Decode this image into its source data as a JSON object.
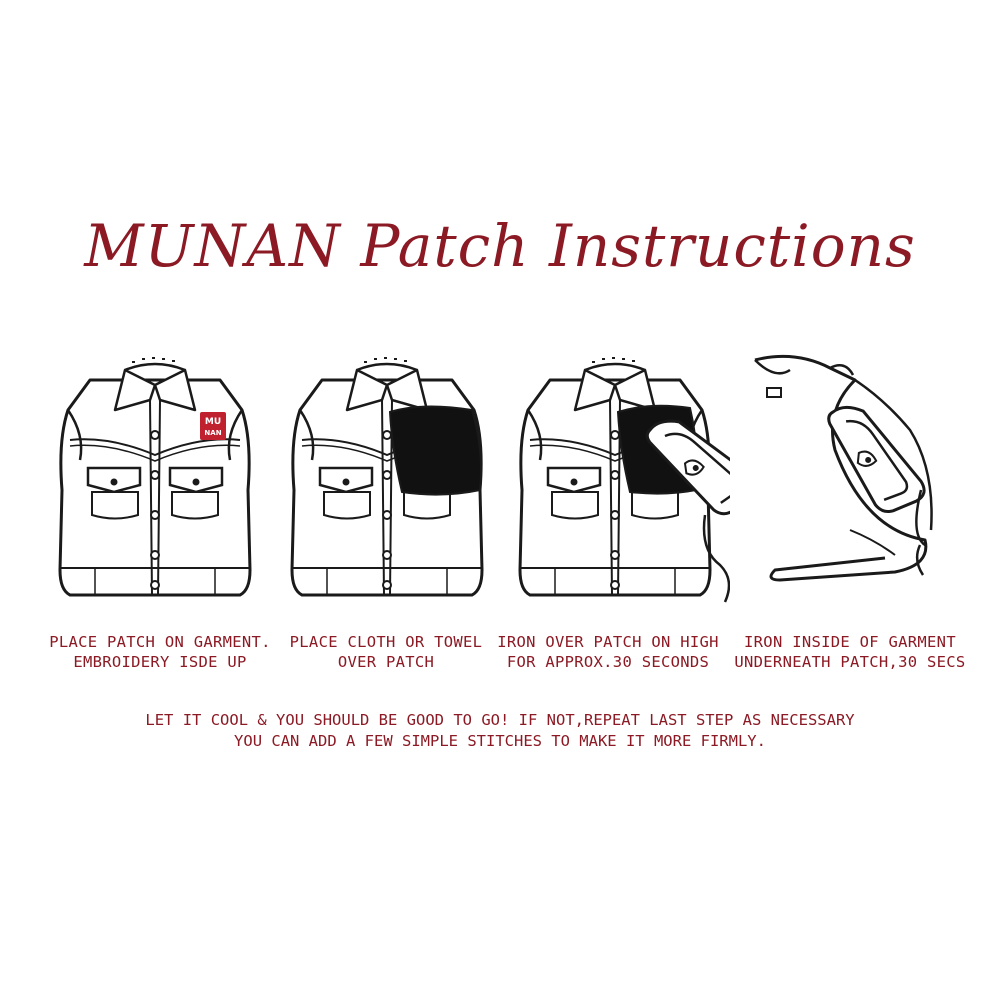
{
  "title": "MUNAN Patch Instructions",
  "patch_logo": {
    "line1": "MU",
    "line2": "NAN",
    "color": "#c0212f"
  },
  "colors": {
    "accent": "#8b1a24",
    "ink": "#1a1a1a",
    "cloth": "#111111"
  },
  "steps": [
    {
      "caption": "PLACE PATCH ON GARMENT.\nEMBROIDERY ISDE UP",
      "icon": "vest-with-patch-icon"
    },
    {
      "caption": "PLACE CLOTH OR TOWEL\nOVER PATCH",
      "icon": "vest-with-cloth-icon"
    },
    {
      "caption": "IRON OVER PATCH ON HIGH\nFOR APPROX.30 SECONDS",
      "icon": "vest-with-iron-icon"
    },
    {
      "caption": "IRON INSIDE OF GARMENT\nUNDERNEATH PATCH,30 SECS",
      "icon": "garment-inside-iron-icon"
    }
  ],
  "footer": {
    "line1": "LET IT COOL & YOU SHOULD BE GOOD TO GO! IF NOT,REPEAT LAST STEP AS NECESSARY",
    "line2": "YOU CAN ADD A FEW SIMPLE STITCHES TO MAKE IT MORE FIRMLY."
  }
}
